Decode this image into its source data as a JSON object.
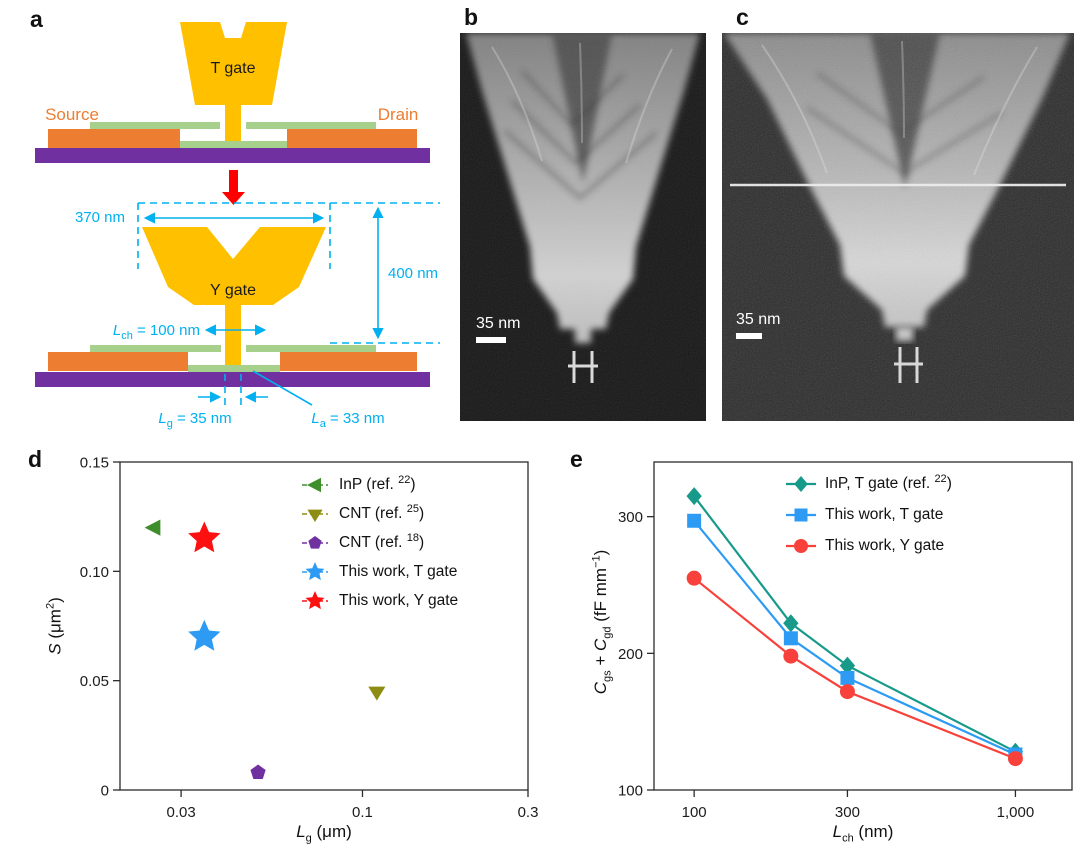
{
  "panel_labels": {
    "a": "a",
    "b": "b",
    "c": "c",
    "d": "d",
    "e": "e"
  },
  "colors": {
    "gate": "#FFC000",
    "contact": "#ED7D31",
    "layer": "#A8D08D",
    "substrate": "#7030A0",
    "annotation": "#00B0F0",
    "arrow": "#FF0000"
  },
  "panel_a": {
    "t_gate_label": "T gate",
    "y_gate_label": "Y gate",
    "source_label": "Source",
    "drain_label": "Drain",
    "dim_370": "370 nm",
    "dim_400": "400 nm",
    "lch": {
      "pre": "L",
      "sub": "ch",
      "post": " = 100 nm"
    },
    "lg": {
      "pre": "L",
      "sub": "g",
      "post": " = 35 nm"
    },
    "la": {
      "pre": "L",
      "sub": "a",
      "post": " = 33 nm"
    }
  },
  "panel_b": {
    "scale_label": "35 nm"
  },
  "panel_c": {
    "scale_label": "35 nm"
  },
  "chart_data": [
    {
      "id": "d",
      "type": "scatter",
      "xscale": "log",
      "xlim": [
        0.02,
        0.3
      ],
      "ylim": [
        0,
        0.15
      ],
      "xticks": [
        {
          "v": 0.03,
          "label": "0.03"
        },
        {
          "v": 0.1,
          "label": "0.1"
        },
        {
          "v": 0.3,
          "label": "0.3"
        }
      ],
      "yticks": [
        {
          "v": 0,
          "label": "0"
        },
        {
          "v": 0.05,
          "label": "0.05"
        },
        {
          "v": 0.1,
          "label": "0.10"
        },
        {
          "v": 0.15,
          "label": "0.15"
        }
      ],
      "xlabel_parts": {
        "i": "L",
        "sub": "g",
        "rest": " (μm)"
      },
      "ylabel_parts": {
        "i": "S",
        "pre": " (μm",
        "sup": "2",
        "end": ")"
      },
      "points": [
        {
          "name": "InP (ref. 22)",
          "x": 0.025,
          "y": 0.12,
          "marker": "triangle-left",
          "color": "#3E8E2C",
          "size": 9
        },
        {
          "name": "CNT (ref. 25)",
          "x": 0.11,
          "y": 0.045,
          "marker": "triangle-down",
          "color": "#8E8D13",
          "size": 9
        },
        {
          "name": "CNT (ref. 18)",
          "x": 0.05,
          "y": 0.008,
          "marker": "pentagon",
          "color": "#7030A0",
          "size": 8
        },
        {
          "name": "This work, T gate",
          "x": 0.035,
          "y": 0.07,
          "marker": "star",
          "color": "#2D9BF4",
          "size": 17
        },
        {
          "name": "This work, Y gate",
          "x": 0.035,
          "y": 0.115,
          "marker": "star",
          "color": "#FF1010",
          "size": 17
        }
      ],
      "legend": [
        {
          "pre": "InP (ref. ",
          "sup": "22",
          "post": ")",
          "marker": "triangle-left",
          "color": "#3E8E2C",
          "msize": 8
        },
        {
          "pre": "CNT (ref. ",
          "sup": "25",
          "post": ")",
          "marker": "triangle-down",
          "color": "#8E8D13",
          "msize": 8
        },
        {
          "pre": "CNT (ref. ",
          "sup": "18",
          "post": ")",
          "marker": "pentagon",
          "color": "#7030A0",
          "msize": 7
        },
        {
          "pre": "This work, T gate",
          "sup": "",
          "post": "",
          "marker": "star",
          "color": "#2D9BF4",
          "msize": 10
        },
        {
          "pre": "This work, Y gate",
          "sup": "",
          "post": "",
          "marker": "star",
          "color": "#FF1010",
          "msize": 10
        }
      ]
    },
    {
      "id": "e",
      "type": "line",
      "xscale": "log",
      "xlim": [
        75,
        1500
      ],
      "ylim": [
        100,
        340
      ],
      "x": [
        100,
        200,
        300,
        1000
      ],
      "xticks": [
        {
          "v": 100,
          "label": "100"
        },
        {
          "v": 300,
          "label": "300"
        },
        {
          "v": 1000,
          "label": "1,000"
        }
      ],
      "yticks": [
        {
          "v": 100,
          "label": "100"
        },
        {
          "v": 200,
          "label": "200"
        },
        {
          "v": 300,
          "label": "300"
        }
      ],
      "xlabel_parts": {
        "i": "L",
        "sub": "ch",
        "rest": " (nm)"
      },
      "ylabel_parts": {
        "c1": "C",
        "s1": "gs",
        "mid": " + ",
        "c2": "C",
        "s2": "gd",
        "unit": " (fF mm",
        "sup": "−1",
        "end": ")"
      },
      "series": [
        {
          "name": "InP, T gate (ref. 22)",
          "marker": "diamond",
          "color": "#189A8A",
          "size": 9,
          "values": [
            315,
            222,
            191,
            128
          ]
        },
        {
          "name": "This work, T gate",
          "marker": "square",
          "color": "#2D9BF4",
          "size": 7,
          "values": [
            297,
            211,
            182,
            126
          ]
        },
        {
          "name": "This work, Y gate",
          "marker": "circle",
          "color": "#F8413A",
          "size": 7.5,
          "values": [
            255,
            198,
            172,
            123
          ]
        }
      ],
      "legend": [
        {
          "pre": "InP, T gate (ref. ",
          "sup": "22",
          "post": ")",
          "marker": "diamond",
          "color": "#189A8A",
          "msize": 8
        },
        {
          "pre": "This work, T gate",
          "sup": "",
          "post": "",
          "marker": "square",
          "color": "#2D9BF4",
          "msize": 6.5
        },
        {
          "pre": "This work, Y gate",
          "sup": "",
          "post": "",
          "marker": "circle",
          "color": "#F8413A",
          "msize": 7
        }
      ]
    }
  ]
}
